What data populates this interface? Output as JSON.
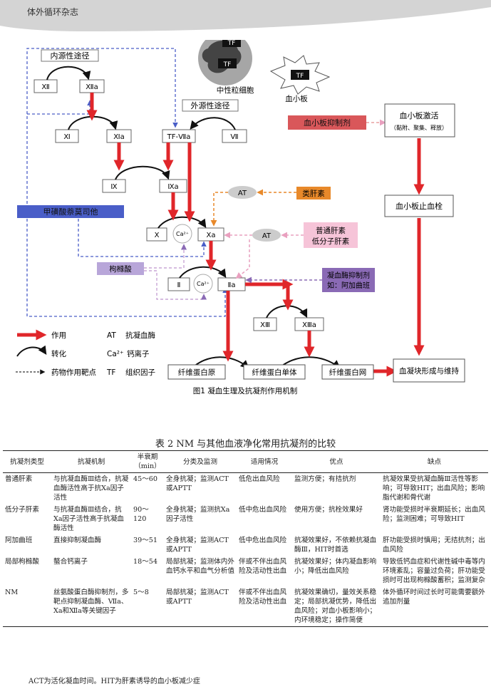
{
  "header": {
    "journal_title": "体外循环杂志"
  },
  "figure": {
    "caption": "图1   凝血生理及抗凝剂作用机制",
    "labels": {
      "intrinsic": "内源性途径",
      "extrinsic": "外源性途径",
      "neutrophil": "中性粒细胞",
      "platelet": "血小板",
      "tf": "TF",
      "XII": "Ⅻ",
      "XIIa": "Ⅻa",
      "XI": "Ⅺ",
      "XIa": "Ⅺa",
      "IX": "Ⅸ",
      "IXa": "Ⅸa",
      "TFVIIa": "TF-Ⅶa",
      "VII": "Ⅶ",
      "X": "Ⅹ",
      "Xa": "Ⅹa",
      "II": "Ⅱ",
      "IIa": "Ⅱa",
      "XIII": "ⅩⅢ",
      "XIIIa": "ⅩⅢa",
      "ca": "Ca²⁺",
      "at": "AT",
      "platelet_inhibitor": "血小板抑制剂",
      "platelet_activation": "血小板激活",
      "platelet_activation_sub": "（黏附、聚集、释放）",
      "platelet_plug": "血小板止血栓",
      "heparinoid": "类肝素",
      "heparin_line1": "普通肝素",
      "heparin_line2": "低分子肝素",
      "nafamostat": "甲磺酸萘莫司他",
      "citrate": "枸橼酸",
      "thrombin_inhibitor_line1": "凝血酶抑制剂",
      "thrombin_inhibitor_line2": "如：阿加曲班",
      "fibrinogen": "纤维蛋白原",
      "fibrin_monomer": "纤维蛋白单体",
      "fibrin_net": "纤维蛋白网",
      "clot": "血凝块形成与维持"
    },
    "legend": [
      {
        "term": "作用",
        "abbr": "AT",
        "abbr_text": "抗凝血酶"
      },
      {
        "term": "转化",
        "abbr": "Ca²⁺",
        "abbr_text": "钙离子"
      },
      {
        "term": "药物作用靶点",
        "abbr": "TF",
        "abbr_text": "组织因子"
      }
    ],
    "colors": {
      "red": "#e0262a",
      "blue_dash": "#4a5ec8",
      "orange": "#e8892a",
      "pink": "#f2b6cf",
      "purple": "#8a6ab5"
    }
  },
  "table": {
    "title": "表 2    NM 与其他血液净化常用抗凝剂的比较",
    "columns": [
      "抗凝剂类型",
      "抗凝机制",
      "半衰期（min）",
      "分类及监测",
      "适用情况",
      "优点",
      "缺点"
    ],
    "rows": [
      [
        "普通肝素",
        "与抗凝血酶Ⅲ结合，抗凝血酶活性高于抗Ⅹa因子活性",
        "45～60",
        "全身抗凝；监测ACT或APTT",
        "低危出血风险",
        "监测方便；有拮抗剂",
        "抗凝效果受抗凝血酶Ⅲ活性等影响；可导致HIT；出血风险；影响脂代谢和骨代谢"
      ],
      [
        "低分子肝素",
        "与抗凝血酶Ⅲ结合，抗Ⅹa因子活性高于抗凝血酶活性",
        "90～120",
        "全身抗凝；监测抗Ⅹa因子活性",
        "低中危出血风险",
        "使用方便；抗栓效果好",
        "肾功能受损时半衰期延长；出血风险；监测困难；可导致HIT"
      ],
      [
        "阿加曲班",
        "直接抑制凝血酶",
        "39～51",
        "全身抗凝；监测ACT或APTT",
        "低中危出血风险",
        "抗凝效果好，不依赖抗凝血酶Ⅲ，HIT时首选",
        "肝功能受损时慎用；无拮抗剂；出血风险"
      ],
      [
        "局部枸橼酸",
        "螯合钙离子",
        "18～54",
        "局部抗凝；监测体内外血钙水平和血气分析值",
        "伴或不伴出血风险及活动性出血",
        "抗凝效果好；体内凝血影响小；降低出血风险",
        "导致低钙血症和代谢性碱中毒等内环境紊乱；容量过负荷；肝功能受损时可出现枸橼酸蓄积；监测复杂"
      ],
      [
        "NM",
        "丝氨酸蛋白酶抑制剂，多靶点抑制凝血酶、Ⅶa、Ⅹa和Ⅻa等关键因子",
        "5～8",
        "局部抗凝；监测ACT或APTT",
        "伴或不伴出血风险及活动性出血",
        "抗凝效果确切，量效关系稳定；局部抗凝优势，降低出血风险；对血小板影响小；内环境稳定；操作简便",
        "体外循环时间过长时可能需要额外追加剂量"
      ]
    ],
    "footnote": "ACT为活化凝血时间。HIT为肝素诱导的血小板减少症"
  }
}
